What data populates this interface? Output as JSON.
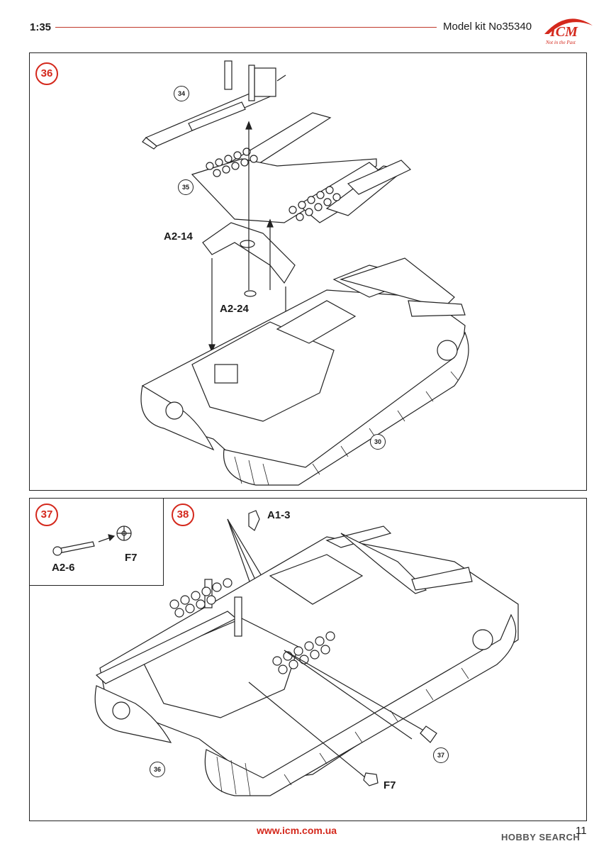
{
  "header": {
    "scale": "1:35",
    "model_kit": "Model kit No35340",
    "logo_text": "ICM",
    "logo_tagline": "Not in the Past"
  },
  "step36": {
    "number": "36",
    "callouts": [
      "34",
      "35",
      "30"
    ],
    "labels": [
      "A2-14",
      "A2-24"
    ]
  },
  "step37": {
    "number": "37",
    "labels": [
      "A2-6",
      "F7"
    ]
  },
  "step38": {
    "number": "38",
    "callouts": [
      "36",
      "37"
    ],
    "labels": [
      "A1-3",
      "F7"
    ]
  },
  "footer": {
    "url": "www.icm.com.ua",
    "page": "11",
    "watermark": "HOBBY SEARCH"
  },
  "colors": {
    "accent": "#d4281c",
    "line": "#222222"
  }
}
